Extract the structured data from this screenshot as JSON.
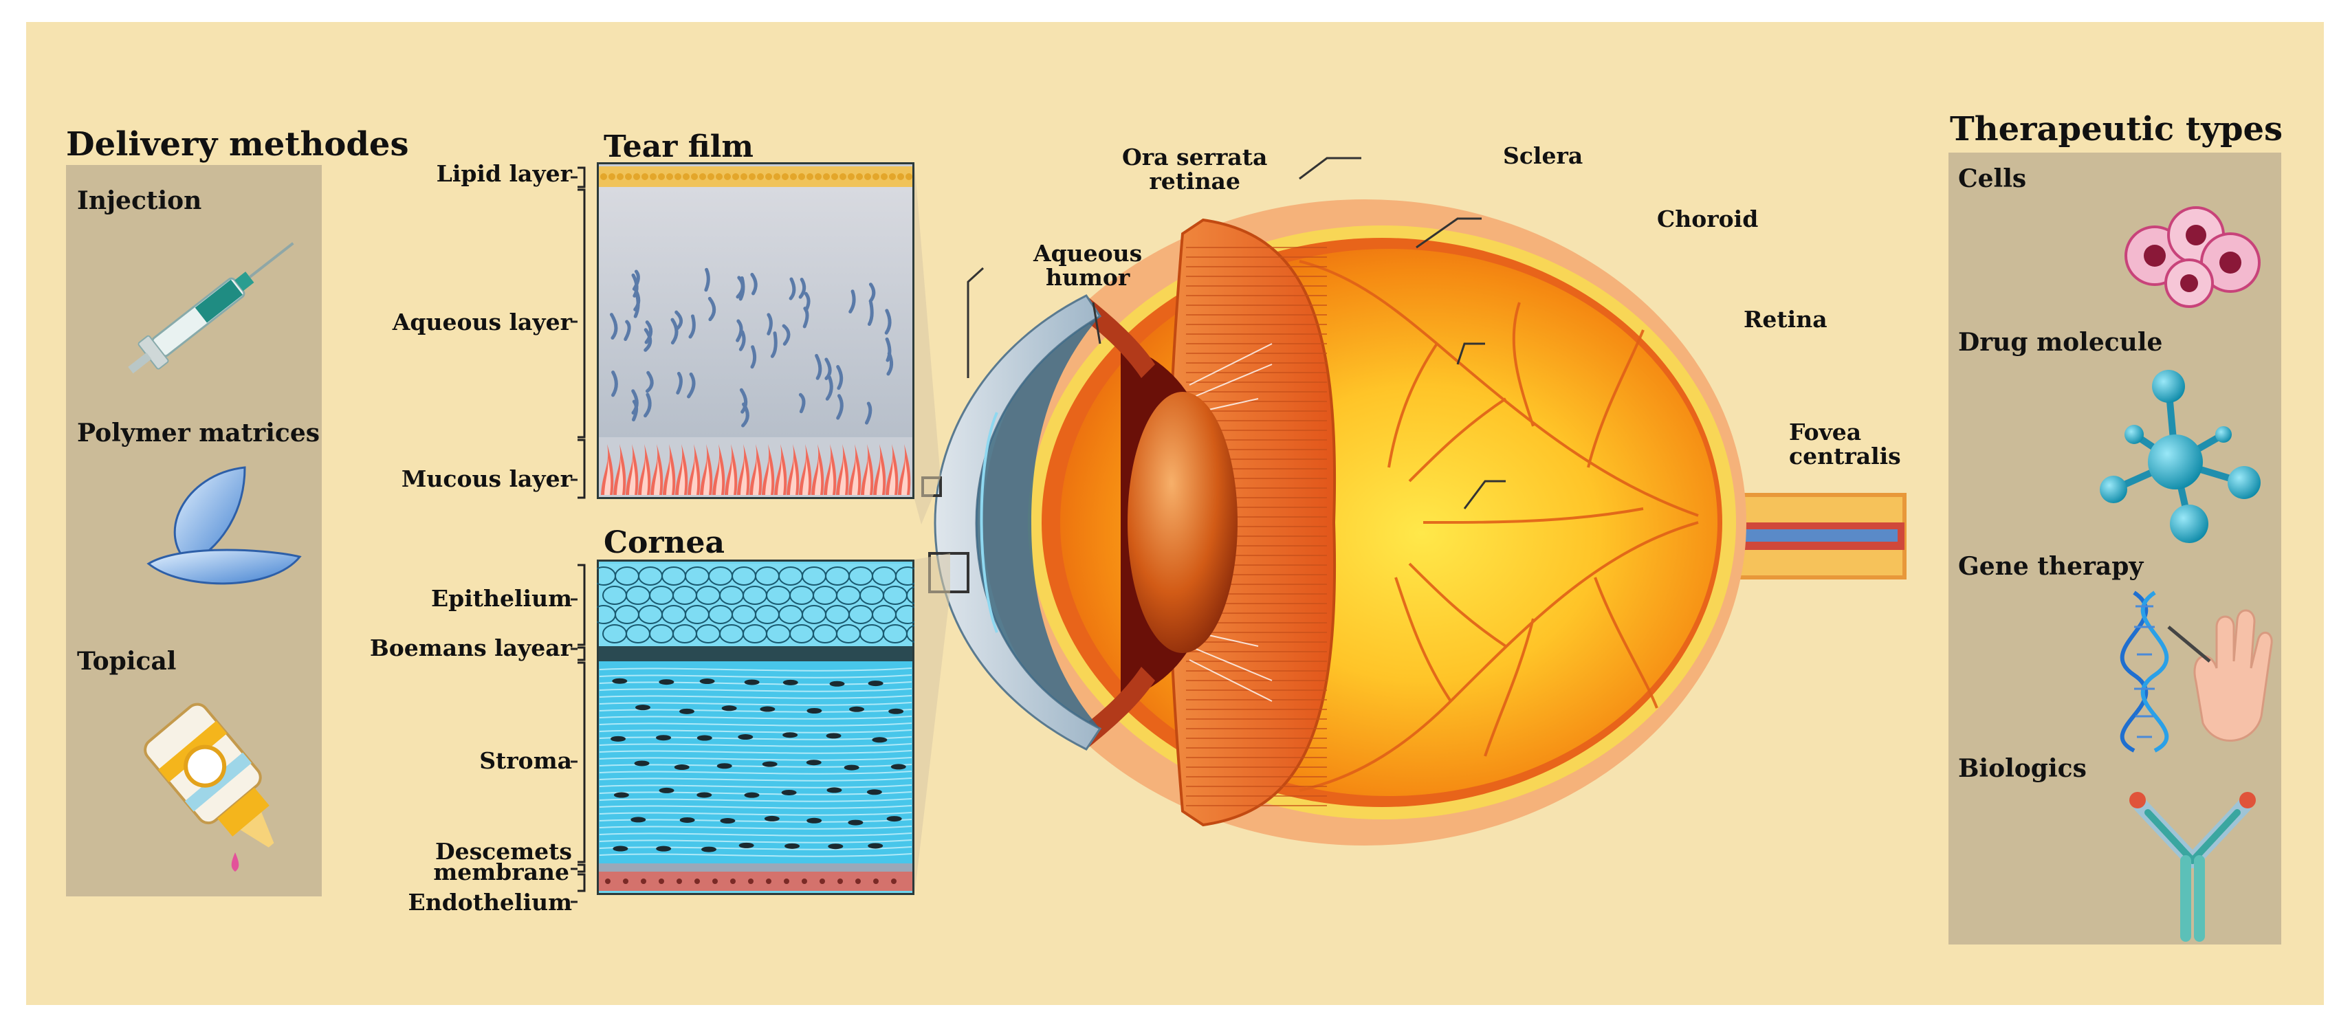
{
  "delivery": {
    "title": "Delivery methodes",
    "items": [
      "Injection",
      "Polymer matrices",
      "Topical"
    ]
  },
  "tear_film": {
    "title": "Tear film",
    "layers": [
      "Lipid layer",
      "Aqueous layer",
      "Mucous layer"
    ]
  },
  "cornea": {
    "title": "Cornea",
    "layers": [
      "Epithelium",
      "Boemans layear",
      "Stroma",
      "Descemets",
      "membrane",
      "Endothelium"
    ]
  },
  "eye": {
    "labels": {
      "aqueous": [
        "Aqueous",
        "humor"
      ],
      "ora": [
        "Ora serrata",
        "retinae"
      ],
      "sclera": "Sclera",
      "choroid": "Choroid",
      "retina": "Retina",
      "fovea": [
        "Fovea",
        "centralis"
      ]
    }
  },
  "therapeutic": {
    "title": "Therapeutic types",
    "items": [
      "Cells",
      "Drug molecule",
      "Gene therapy",
      "Biologics"
    ]
  },
  "colors": {
    "background": "#f6e3b0",
    "panel": "#cbbb98",
    "sclera": "#f5b27a",
    "retina": "#f07a18",
    "cornea_blue": "#4fd0f0"
  }
}
